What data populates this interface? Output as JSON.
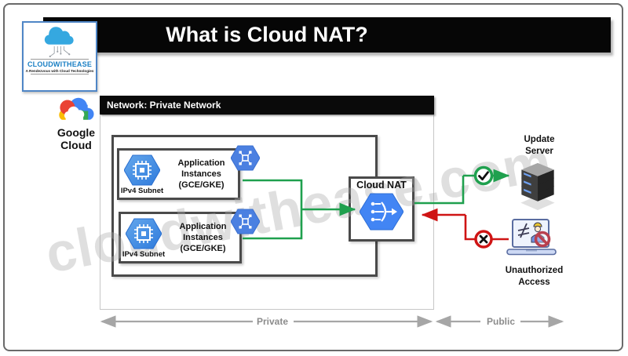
{
  "title": "What is Cloud NAT?",
  "logo": {
    "name": "CLOUDWITHEASE",
    "tagline": "A Rendezvous with Cloud Technologies"
  },
  "google_cloud_label": "Google\nCloud",
  "network_bar": "Network: Private Network",
  "subnet1": {
    "label": "IPv4 Subnet",
    "text": "Application\nInstances\n(GCE/GKE)"
  },
  "subnet2": {
    "label": "IPv4 Subnet",
    "text": "Application\nInstances\n(GCE/GKE)"
  },
  "cloud_nat_label": "Cloud NAT",
  "update_server_label": "Update\nServer",
  "unauthorized_label": "Unauthorized\nAccess",
  "zone_private": "Private",
  "zone_public": "Public",
  "watermark": "cloudwithease.com",
  "colors": {
    "gcp_blue": "#4285F4",
    "allow_green": "#1FA04E",
    "deny_red": "#CF1414",
    "bar_black": "#0A0A0A",
    "range_gray": "#A6A6A6"
  }
}
